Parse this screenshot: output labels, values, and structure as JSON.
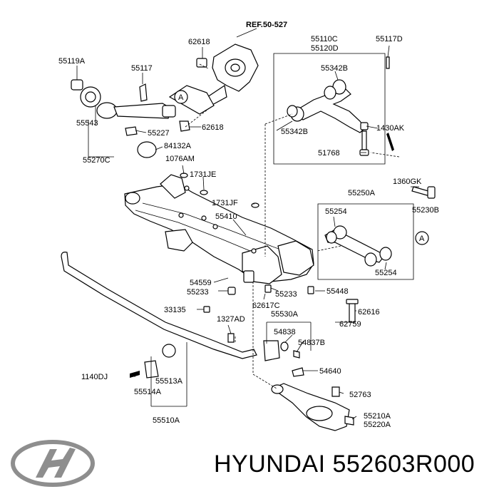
{
  "labels": {
    "ref_50_527": "REF.50-527",
    "p62618_top": "62618",
    "p55110C": "55110C",
    "p55120D": "55120D",
    "p55117D": "55117D",
    "p55119A": "55119A",
    "p55117": "55117",
    "p55342B_top": "55342B",
    "p55342B_bottom": "55342B",
    "p1430AK": "1430AK",
    "p55543": "55543",
    "p55227": "55227",
    "p62618_mid": "62618",
    "p51768": "51768",
    "p84132A": "84132A",
    "p55270C": "55270C",
    "p1076AM": "1076AM",
    "p1731JE": "1731JE",
    "p1360GK": "1360GK",
    "p55250A": "55250A",
    "p1731JF": "1731JF",
    "p55254_top": "55254",
    "p55230B": "55230B",
    "p55410": "55410",
    "circleA_left": "A",
    "circleA_right": "A",
    "p55254_bottom": "55254",
    "p54559": "54559",
    "p55233_left": "55233",
    "p55233_mid": "55233",
    "p55448": "55448",
    "p62617C": "62617C",
    "p33135": "33135",
    "p55530A": "55530A",
    "p62616": "62616",
    "p1327AD": "1327AD",
    "p54838": "54838",
    "p62759": "62759",
    "p54837B": "54837B",
    "p54640": "54640",
    "p1140DJ": "1140DJ",
    "p55513A": "55513A",
    "p55514A": "55514A",
    "p52763": "52763",
    "p55210A": "55210A",
    "p55220A": "55220A",
    "p55510A": "55510A"
  },
  "footer": {
    "brand_text": "HYUNDAI 552603R000"
  }
}
